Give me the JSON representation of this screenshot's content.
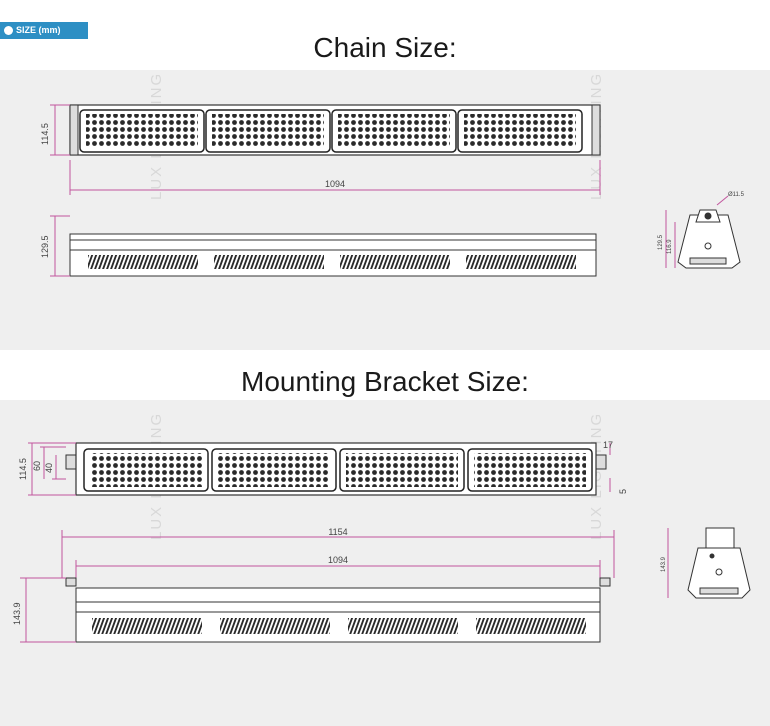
{
  "header": {
    "size_tag": "SIZE (mm)"
  },
  "sections": {
    "chain": {
      "title": "Chain Size:"
    },
    "mounting": {
      "title": "Mounting Bracket Size:"
    }
  },
  "watermark": {
    "text": "LUX LIGHTING"
  },
  "dimensions": {
    "chain_top_height": "114.5",
    "chain_length": "1094",
    "chain_side_height": "129.5",
    "chain_end_129_5": "129.5",
    "chain_end_116_9": "116.9",
    "chain_end_hole": "Ø11.5",
    "mount_top_height": "114.5",
    "mount_60": "60",
    "mount_40": "40",
    "mount_17": "17",
    "mount_5": "5",
    "mount_total_length": "1154",
    "mount_body_length": "1094",
    "mount_side_height": "143.9",
    "mount_end_height": "143.9"
  },
  "colors": {
    "dim_line": "#c2569e",
    "drawing": "#3a3a3a",
    "band": "#efefef",
    "tag": "#2d8fc4"
  }
}
